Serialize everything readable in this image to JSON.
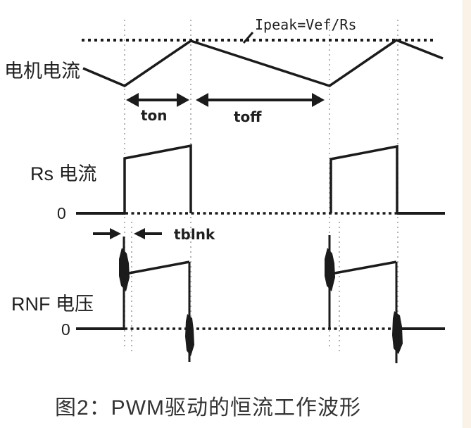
{
  "colors": {
    "line": "#1b1b1b",
    "grid": "#b3b3b3",
    "label": "#1f1f1f",
    "caption": "#333333",
    "strip": "#faf2e6"
  },
  "waveform_labels": {
    "motor_current": "电机电流",
    "rs_current": "Rs 电流",
    "rnf_voltage": "RNF 电压"
  },
  "annotations": {
    "ipeak": "Ipeak=Vef/Rs",
    "ton": "ton",
    "toff": "toff",
    "tblnk": "tblnk",
    "rs_zero": "0",
    "rnf_zero": "0"
  },
  "caption": "图2：PWM驱动的恒流工作波形",
  "diagram": {
    "type": "timing-waveform",
    "traces": [
      {
        "label": "电机电流",
        "annotations": [
          "Ipeak=Vef/Rs",
          "ton",
          "toff"
        ]
      },
      {
        "label": "Rs 电流",
        "zero_label": "0"
      },
      {
        "label": "RNF 电压",
        "zero_label": "0",
        "annotations": [
          "tblnk"
        ]
      }
    ]
  }
}
